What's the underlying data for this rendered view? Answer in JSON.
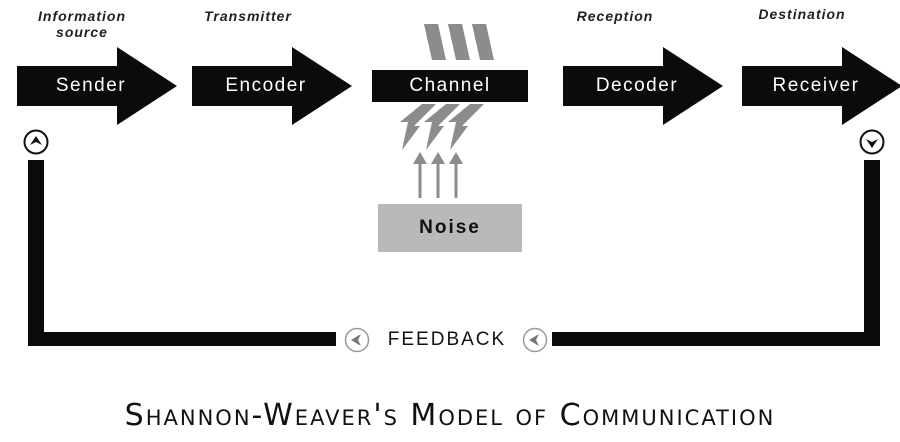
{
  "captions": {
    "information_source": "Information\nsource",
    "transmitter": "Transmitter",
    "reception": "Reception",
    "destination": "Destination"
  },
  "stages": {
    "sender": "Sender",
    "encoder": "Encoder",
    "channel": "Channel",
    "decoder": "Decoder",
    "receiver": "Receiver"
  },
  "noise": "Noise",
  "feedback": "FEEDBACK",
  "title": "Shannon-Weaver's Model of Communication",
  "colors": {
    "arrow": "#0b0b0b",
    "noise_box": "#b9b9b9",
    "lightning": "#8c8c8c"
  }
}
